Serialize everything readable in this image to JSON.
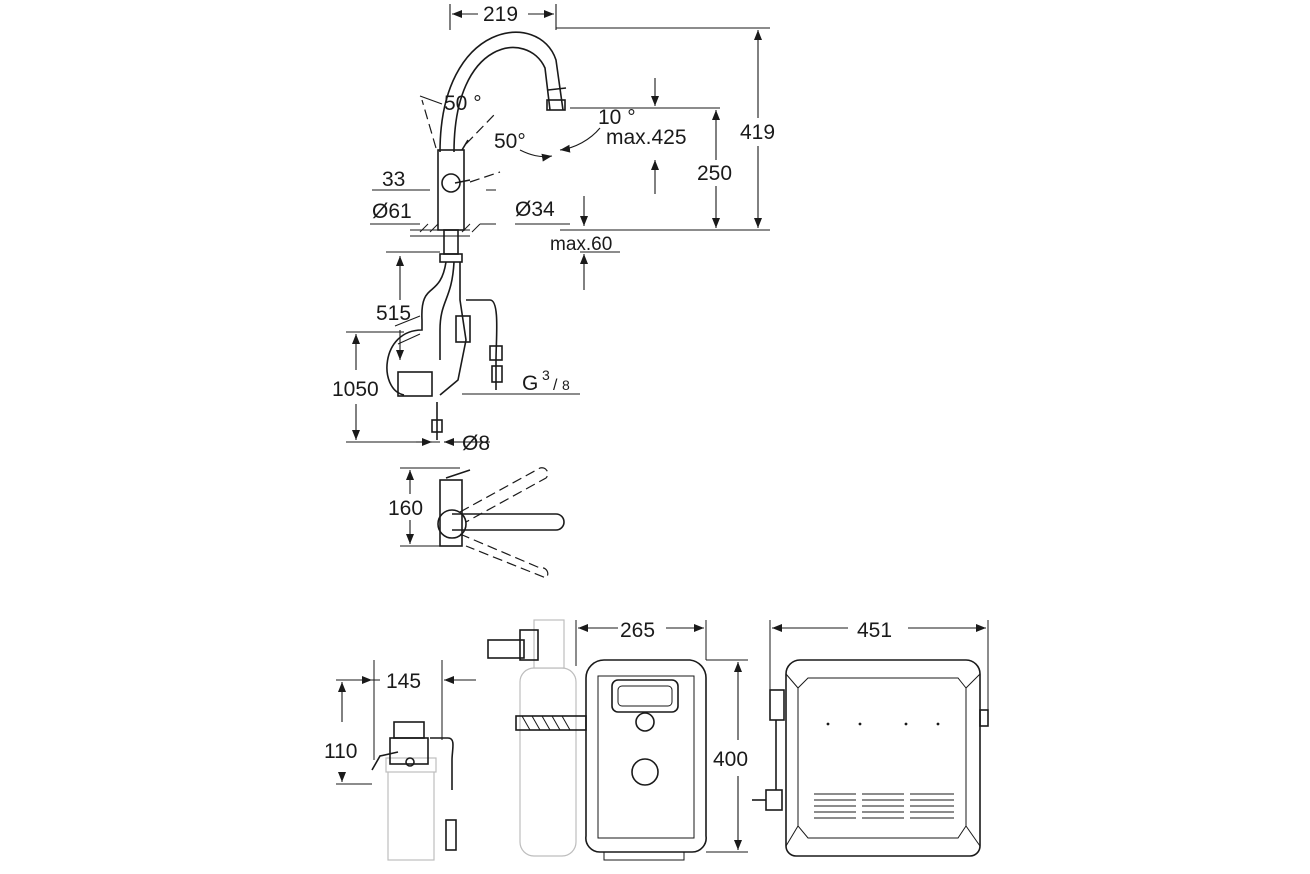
{
  "colors": {
    "line": "#1a1a1a",
    "ghost": "#bdbdbd",
    "background": "#ffffff"
  },
  "faucet": {
    "width": "219",
    "angle_left": "50 °",
    "angle_right": "50°",
    "tilt": "10 °",
    "max_height": "max.425",
    "spout_height": "250",
    "total_height": "419",
    "base_offset": "33",
    "base_diameter": "Ø61",
    "hole_diameter": "Ø34",
    "max_thickness": "max.60"
  },
  "hoses": {
    "hose_length": "515",
    "total_length": "1050",
    "connection": "G",
    "connection_num": "3",
    "connection_den": "8",
    "pipe_diameter": "Ø8"
  },
  "swivel": {
    "height": "160"
  },
  "filter": {
    "width": "145",
    "height": "110"
  },
  "chiller": {
    "depth": "265",
    "height": "400",
    "width": "451"
  }
}
